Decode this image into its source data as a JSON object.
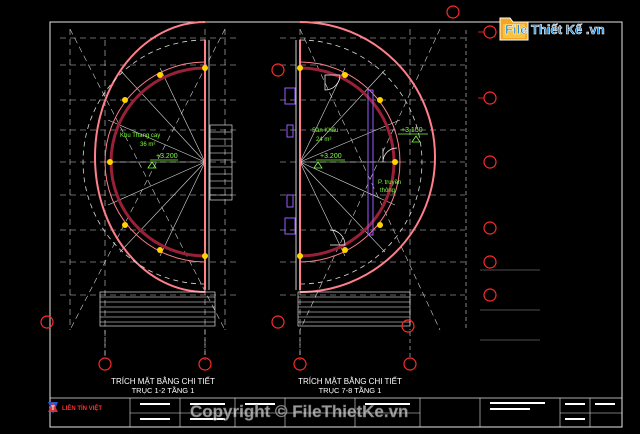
{
  "left_plan": {
    "room_label": "Khu Thang cay",
    "room_area": "36 m²",
    "level_mark": "+3.200",
    "caption_line1": "TRÍCH MẶT BẰNG CHI TIẾT",
    "caption_line2": "TRỤC 1-2 TẦNG 1"
  },
  "right_plan": {
    "room_label": "Sân Khấu",
    "room_area": "24 m²",
    "level_mark": "+3.200",
    "level_mark_2": "+3.150",
    "side_label_1": "P. truyền",
    "side_label_2": "thông",
    "caption_line1": "TRÍCH MẶT BẰNG CHI TIẾT",
    "caption_line2": "TRỤC 7-8 TẦNG 1"
  },
  "watermark": {
    "logo_text": "File Thiết Kế .vn",
    "copyright": "Copyright © FileThietKe.vn"
  },
  "title_block": {
    "company": "LIÊN TÍN VIỆT"
  },
  "colors": {
    "background": "#000000",
    "frame": "#e6e6e6",
    "grid": "#dcdcdc",
    "arc": "#ff7f8a",
    "marker": "#ff2a2a",
    "inner_wall": "#9a2038",
    "accent": "#ffd400",
    "label_green": "#7fff3f",
    "violet": "#9b5cff"
  }
}
